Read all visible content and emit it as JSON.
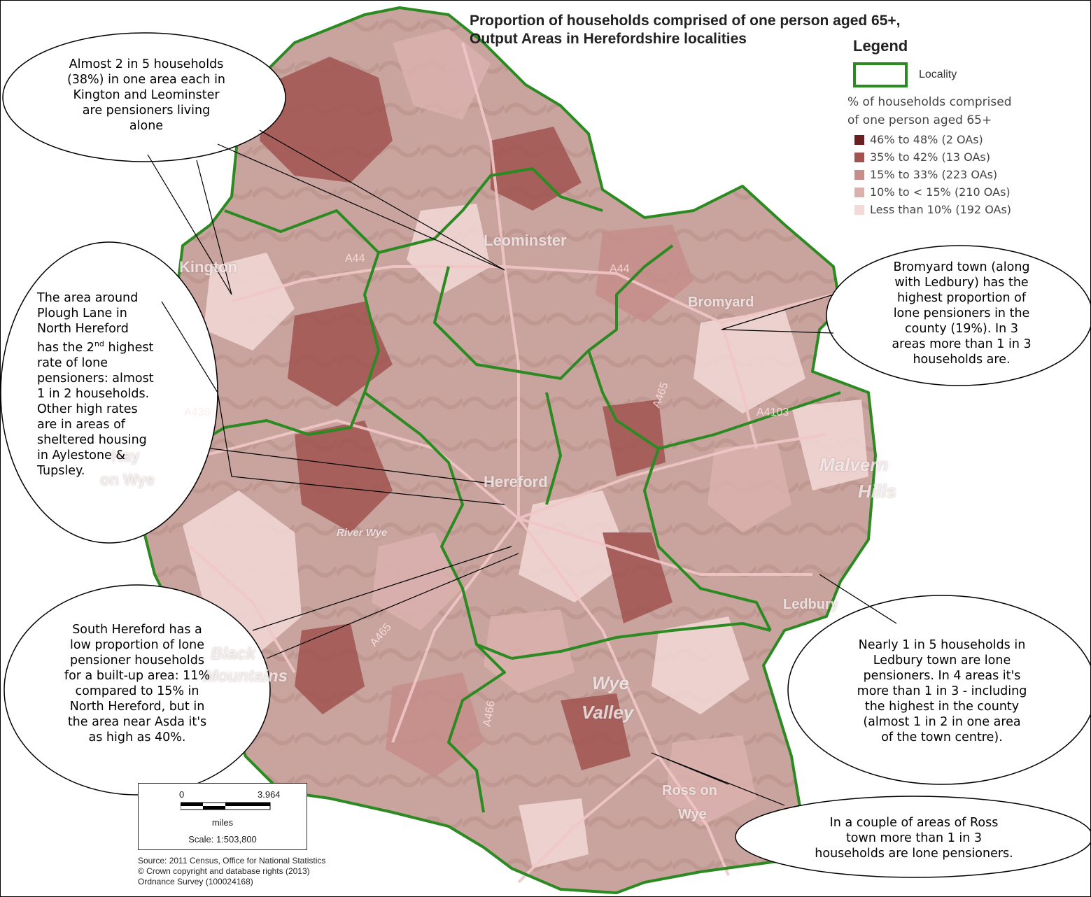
{
  "title": {
    "line1": "Proportion of households comprised of one person aged 65+,",
    "line2": "Output Areas in Herefordshire localities"
  },
  "legend": {
    "heading": "Legend",
    "locality_label": "Locality",
    "sub_line1": "% of households comprised",
    "sub_line2": "of one person aged 65+",
    "items": [
      {
        "label": "46% to 48% (2 OAs)",
        "color": "#6b1f1f"
      },
      {
        "label": "35% to 42% (13 OAs)",
        "color": "#a0534f"
      },
      {
        "label": "15% to 33%  (223 OAs)",
        "color": "#c68d8a"
      },
      {
        "label": "10% to < 15% (210 OAs)",
        "color": "#dbb1ae"
      },
      {
        "label": "Less than 10% (192 OAs)",
        "color": "#f3d9d7"
      }
    ]
  },
  "colors": {
    "locality_border": "#2c8a22",
    "roads": "#f1c6c6"
  },
  "place_labels": {
    "kington": "Kington",
    "leominster": "Leominster",
    "bromyard": "Bromyard",
    "hereford": "Hereford",
    "malvern": "Malvern",
    "hills": "Hills",
    "hay": "Hay",
    "on_wye": "on Wye",
    "river_wye": "River Wye",
    "black": "Black",
    "mountains": "Mountains",
    "wye": "Wye",
    "valley": "Valley",
    "ledbury": "Ledbury",
    "ross_on": "Ross on",
    "wye2": "Wye"
  },
  "road_labels": {
    "a44_west": "A44",
    "a44_east": "A44",
    "a438": "A438",
    "a465": "A465",
    "a466": "A466",
    "a4103": "A4103",
    "a465_north": "A465"
  },
  "callouts": {
    "kington_leominster": [
      "Almost 2 in 5 households",
      "(38%) in one area each in",
      "Kington and Leominster",
      "are pensioners living",
      "alone"
    ],
    "north_hereford": {
      "l1": "The area around",
      "l2": "Plough Lane in",
      "l3": "North Hereford",
      "l4a": "has the 2",
      "l4sup": "nd",
      "l4b": " highest",
      "l5": "rate of lone",
      "l6": "pensioners: almost",
      "l7": "1 in 2 households.",
      "l8": "Other high rates",
      "l9": "are in areas of",
      "l10": "sheltered housing",
      "l11": "in Aylestone &",
      "l12": "Tupsley."
    },
    "bromyard": [
      "Bromyard town (along",
      "with Ledbury) has the",
      "highest proportion of",
      "lone pensioners in the",
      "county (19%). In 3",
      "areas more than 1 in 3",
      "households are."
    ],
    "south_hereford": [
      "South Hereford has a",
      "low proportion of lone",
      "pensioner households",
      "for a built-up area: 11%",
      "compared to 15% in",
      "North Hereford, but in",
      "the area near Asda it's",
      "as high as 40%."
    ],
    "ledbury": [
      "Nearly 1 in 5 households in",
      "Ledbury town are lone",
      "pensioners. In 4 areas it's",
      "more than 1 in 3 - including",
      "the highest in the county",
      "(almost 1 in 2 in one area",
      "of the town centre)."
    ],
    "ross": [
      "In a couple of areas of Ross",
      "town more than 1 in 3",
      "households are lone pensioners."
    ]
  },
  "scale": {
    "zero": "0",
    "max": "3.964",
    "units": "miles",
    "ratio": "Scale: 1:503,800"
  },
  "source": {
    "line1": "Source: 2011 Census, Office for National Statistics",
    "line2": "© Crown copyright and database rights (2013)",
    "line3": "Ordnance Survey (100024168)"
  }
}
